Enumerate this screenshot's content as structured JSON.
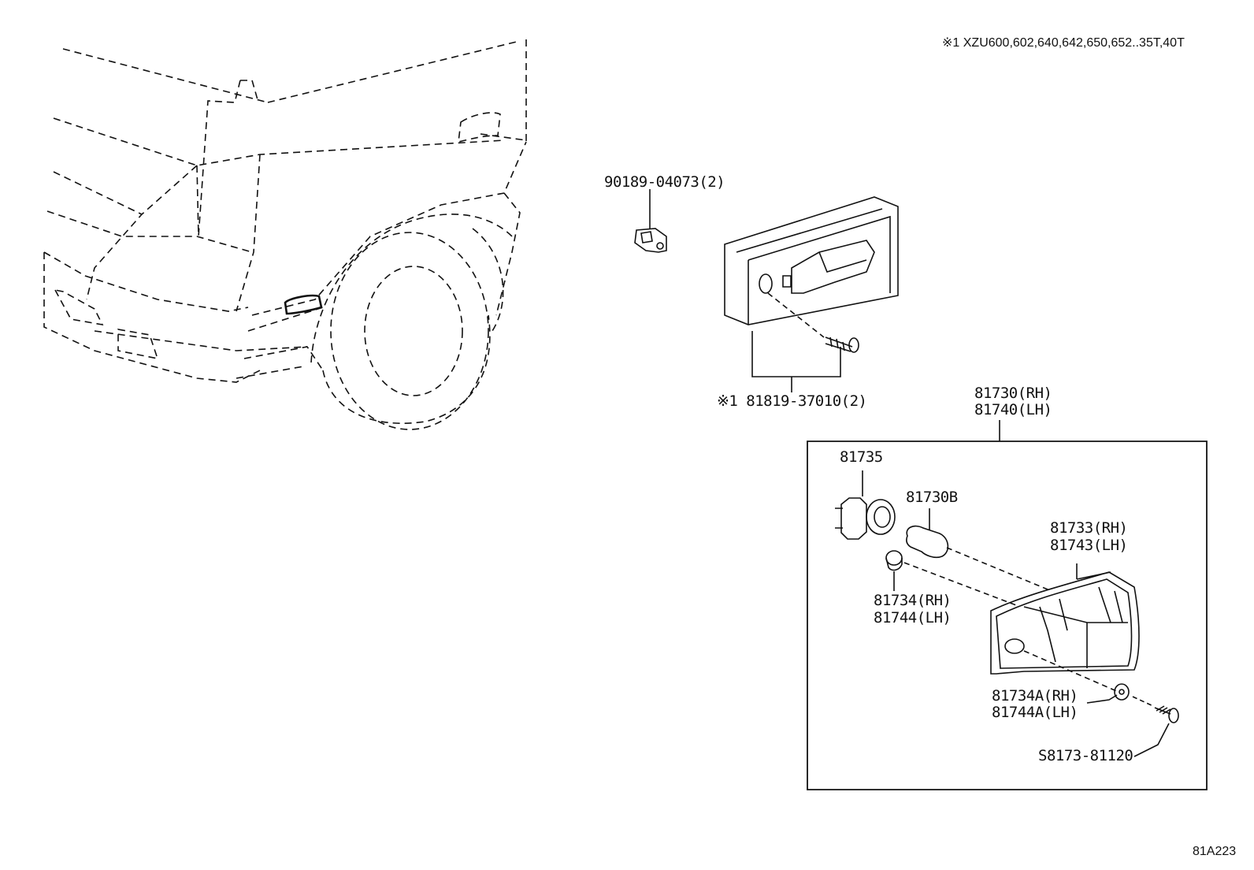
{
  "note": {
    "text": "※1 XZU600,602,640,642,650,652..35T,40T"
  },
  "parts": {
    "clip": "90189-04073(2)",
    "screw_main": "※1 81819-37010(2)",
    "assembly_rh": "81730(RH)",
    "assembly_lh": "81740(LH)",
    "socket": "81735",
    "bulb": "81730B",
    "lens_rh": "81733(RH)",
    "lens_lh": "81743(LH)",
    "gasket_rh": "81734(RH)",
    "gasket_lh": "81744(LH)",
    "washer_rh": "81734A(RH)",
    "washer_lh": "81744A(LH)",
    "screw_lens": "S8173-81120"
  },
  "diagram_id": "81A223"
}
